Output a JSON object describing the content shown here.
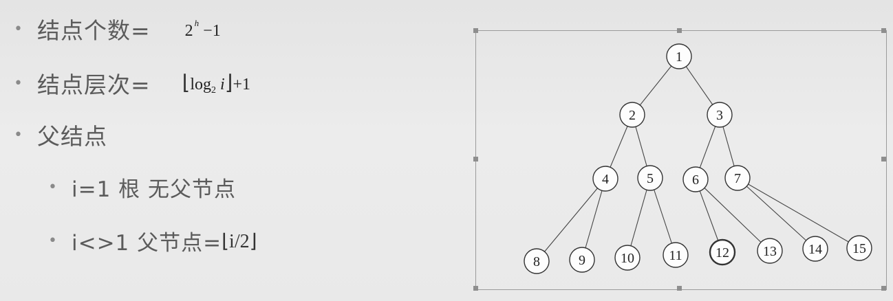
{
  "bullets": [
    {
      "text": "结点个数=",
      "formula_base": "2",
      "formula_sup": "h",
      "formula_tail": " −1"
    },
    {
      "text": "结点层次=",
      "formula_floor_open": "⌊",
      "formula_log": "log",
      "formula_sub": "2",
      "formula_var": " i",
      "formula_floor_close": "⌋",
      "formula_tail": "+1"
    },
    {
      "text": "父结点"
    }
  ],
  "subbullets": [
    {
      "text": "i=1 根 无父节点"
    },
    {
      "text": "i<>1 父节点=",
      "formula": "⌊i/2⌋"
    }
  ],
  "tree": {
    "nodes": [
      {
        "id": "n1",
        "label": "1"
      },
      {
        "id": "n2",
        "label": "2"
      },
      {
        "id": "n3",
        "label": "3"
      },
      {
        "id": "n4",
        "label": "4"
      },
      {
        "id": "n5",
        "label": "5"
      },
      {
        "id": "n6",
        "label": "6"
      },
      {
        "id": "n7",
        "label": "7"
      },
      {
        "id": "n8",
        "label": "8"
      },
      {
        "id": "n9",
        "label": "9"
      },
      {
        "id": "n10",
        "label": "10"
      },
      {
        "id": "n11",
        "label": "11"
      },
      {
        "id": "n12",
        "label": "12"
      },
      {
        "id": "n13",
        "label": "13"
      },
      {
        "id": "n14",
        "label": "14"
      },
      {
        "id": "n15",
        "label": "15"
      }
    ]
  }
}
